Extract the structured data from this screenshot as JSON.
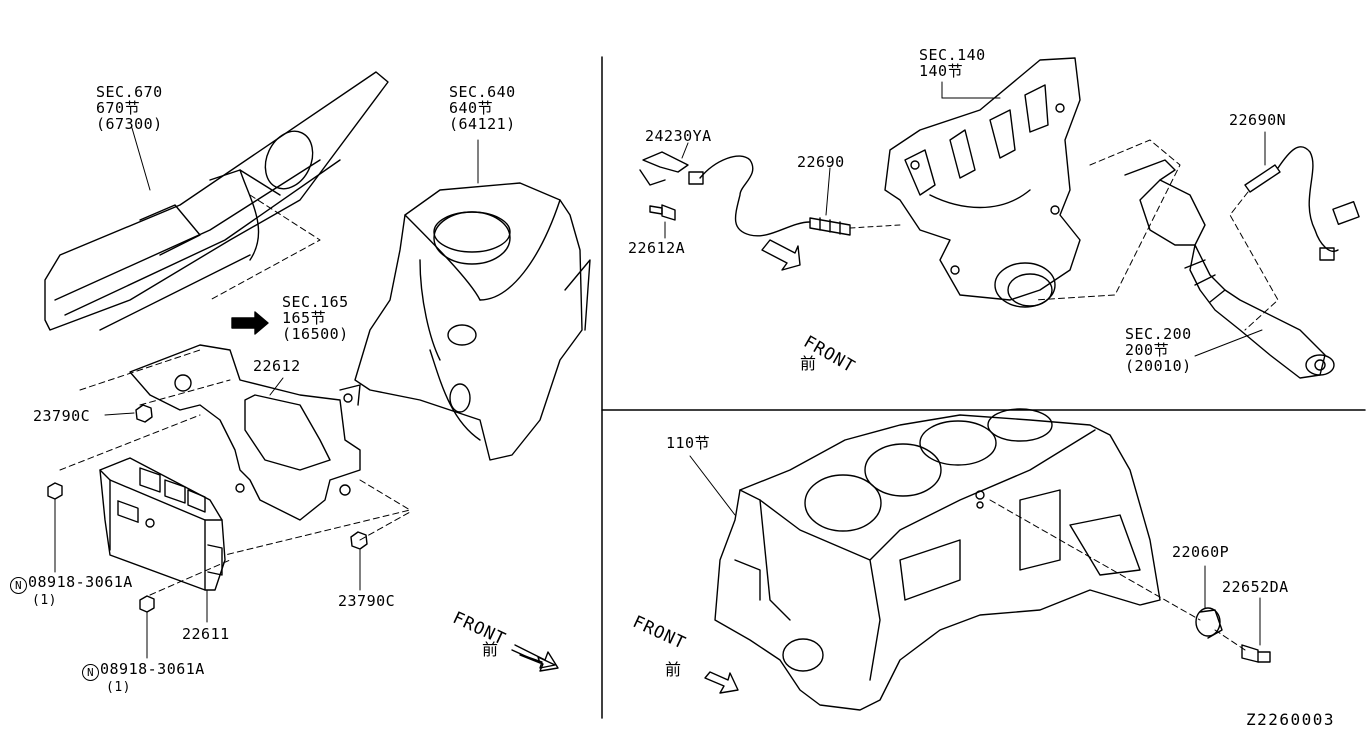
{
  "labels": {
    "sec670": {
      "l1": "SEC.670",
      "l2": "670节",
      "l3": "(67300)"
    },
    "sec640": {
      "l1": "SEC.640",
      "l2": "640节",
      "l3": "(64121)"
    },
    "sec165": {
      "l1": "SEC.165",
      "l2": "165节",
      "l3": "(16500)"
    },
    "sec140": {
      "l1": "SEC.140",
      "l2": "140节"
    },
    "sec200": {
      "l1": "SEC.200",
      "l2": "200节",
      "l3": "(20010)"
    },
    "sec110": "110节",
    "p22612": "22612",
    "p23790c_a": "23790C",
    "p23790c_b": "23790C",
    "p22611": "22611",
    "p08918_a": {
      "code": "08918-3061A",
      "qty": "(1)"
    },
    "p08918_b": {
      "code": "08918-3061A",
      "qty": "(1)"
    },
    "p24230ya": "24230YA",
    "p22612a": "22612A",
    "p22690": "22690",
    "p22690n": "22690N",
    "p22060p": "22060P",
    "p22652da": "22652DA",
    "front_text": "FRONT",
    "front_kanji": "前",
    "circle_n": "N",
    "diagram_id": "Z2260003"
  }
}
